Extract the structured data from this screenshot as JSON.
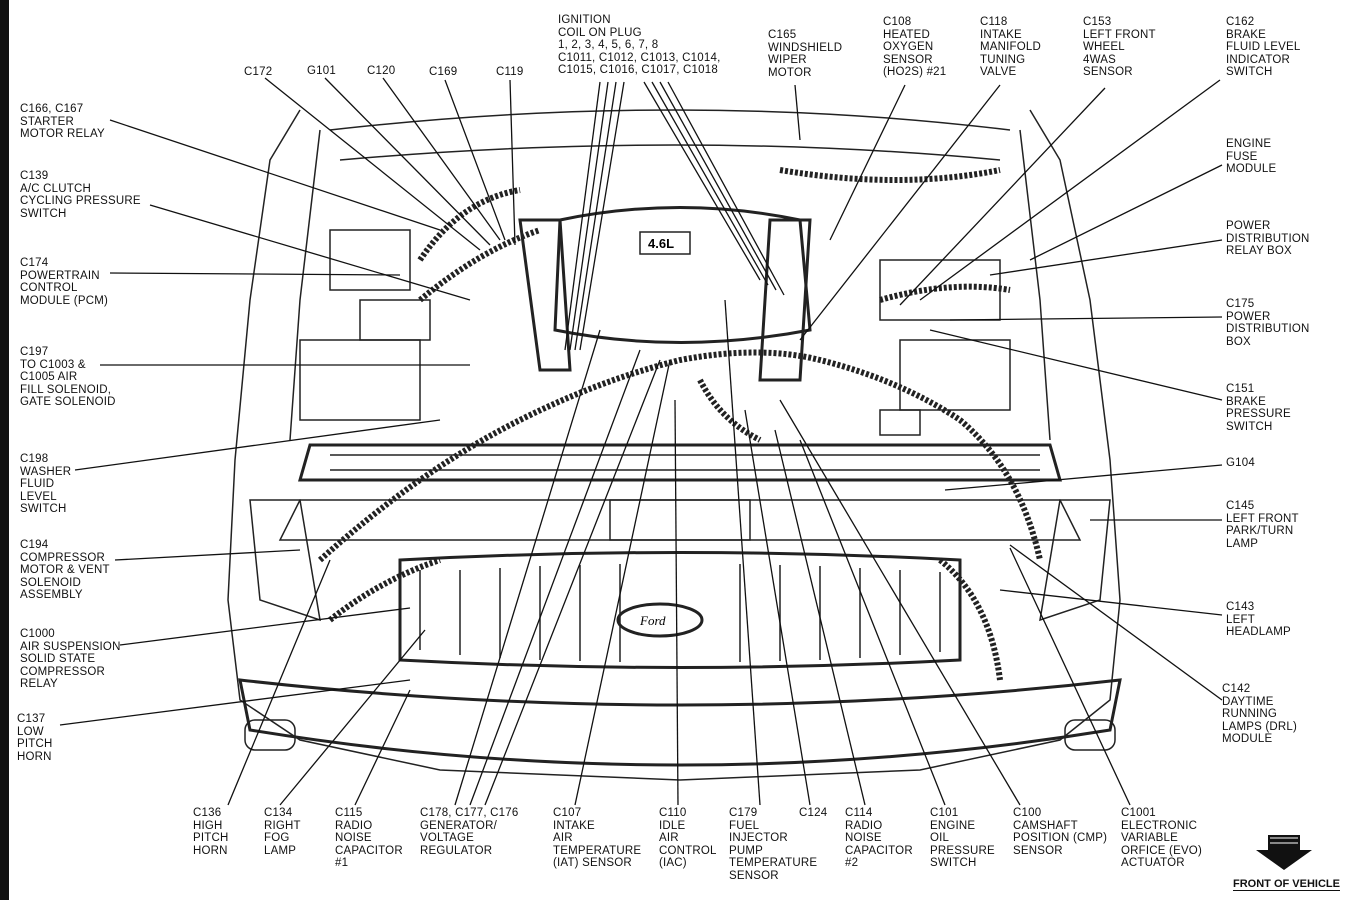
{
  "labels": {
    "ignition_coil": "IGNITION\nCOIL ON PLUG\n1, 2, 3, 4, 5, 6, 7, 8\nC1011, C1012, C1013, C1014,\nC1015, C1016, C1017, C1018",
    "c165": "C165\nWINDSHIELD\nWIPER\nMOTOR",
    "c108": "C108\nHEATED\nOXYGEN\nSENSOR\n(HO2S) #21",
    "c118": "C118\nINTAKE\nMANIFOLD\nTUNING\nVALVE",
    "c153": "C153\nLEFT FRONT\nWHEEL\n4WAS\nSENSOR",
    "c162": "C162\nBRAKE\nFLUID LEVEL\nINDICATOR\nSWITCH",
    "c172": "C172",
    "g101": "G101",
    "c120": "C120",
    "c169": "C169",
    "c119": "C119",
    "c166": "C166, C167\nSTARTER\nMOTOR RELAY",
    "c139": "C139\nA/C CLUTCH\nCYCLING PRESSURE\nSWITCH",
    "c174": "C174\nPOWERTRAIN\nCONTROL\nMODULE (PCM)",
    "c197": "C197\nTO C1003 &\nC1005 AIR\nFILL SOLENOID,\nGATE SOLENOID",
    "c198": "C198\nWASHER\nFLUID\nLEVEL\nSWITCH",
    "c194": "C194\nCOMPRESSOR\nMOTOR & VENT\nSOLENOID\nASSEMBLY",
    "c1000": "C1000\nAIR SUSPENSION\nSOLID STATE\nCOMPRESSOR\nRELAY",
    "c137": "C137\nLOW\nPITCH\nHORN",
    "engine_fuse": "ENGINE\nFUSE\nMODULE",
    "power_relay": "POWER\nDISTRIBUTION\nRELAY BOX",
    "c175": "C175\nPOWER\nDISTRIBUTION\nBOX",
    "c151": "C151\nBRAKE\nPRESSURE\nSWITCH",
    "g104": "G104",
    "c145": "C145\nLEFT FRONT\nPARK/TURN\nLAMP",
    "c143": "C143\nLEFT\nHEADLAMP",
    "c142": "C142\nDAYTIME\nRUNNING\nLAMPS (DRL)\nMODULE",
    "c136": "C136\nHIGH\nPITCH\nHORN",
    "c134": "C134\nRIGHT\nFOG\nLAMP",
    "c115": "C115\nRADIO\nNOISE\nCAPACITOR\n#1",
    "c178": "C178, C177, C176\nGENERATOR/\nVOLTAGE\nREGULATOR",
    "c107": "C107\nINTAKE\nAIR\nTEMPERATURE\n(IAT) SENSOR",
    "c110": "C110\nIDLE\nAIR\nCONTROL\n(IAC)",
    "c179": "C179\nFUEL\nINJECTOR\nPUMP\nTEMPERATURE\nSENSOR",
    "c124": "C124",
    "c114": "C114\nRADIO\nNOISE\nCAPACITOR\n#2",
    "c101": "C101\nENGINE\nOIL\nPRESSURE\nSWITCH",
    "c100": "C100\nCAMSHAFT\nPOSITION (CMP)\nSENSOR",
    "c1001": "C1001\nELECTRONIC\nVARIABLE\nORFICE (EVO)\nACTUATOR",
    "front_of_vehicle": "FRONT OF VEHICLE",
    "engine_badge": "4.6L",
    "grille_logo": "Ford"
  }
}
